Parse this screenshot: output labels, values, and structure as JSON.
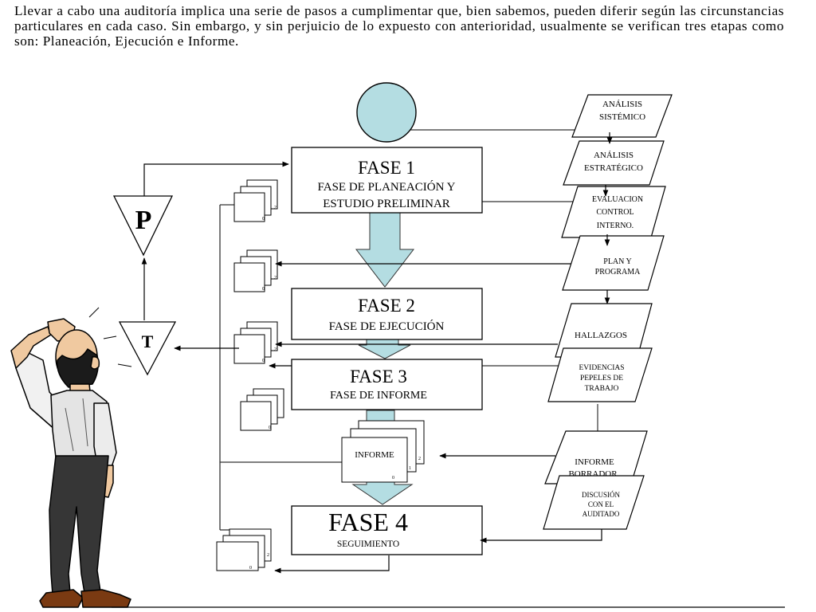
{
  "intro": {
    "paragraph": "Llevar a cabo una auditoría implica una serie de pasos a cumplimentar que, bien sabemos, pueden diferir según las circunstancias particulares en cada caso. Sin embargo, y sin perjuicio de lo expuesto con anterioridad, usualmente se verifican tres etapas  como son: Planeación, Ejecución e Informe."
  },
  "phases": [
    {
      "title": "FASE 1",
      "subtitle_line1": "FASE DE PLANEACIÓN Y",
      "subtitle_line2": "ESTUDIO PRELIMINAR"
    },
    {
      "title": "FASE 2",
      "subtitle": "FASE DE EJECUCIÓN"
    },
    {
      "title": "FASE 3",
      "subtitle": "FASE DE INFORME"
    },
    {
      "title": "FASE 4",
      "subtitle": "SEGUIMIENTO"
    }
  ],
  "steps": [
    {
      "line1": "ANÁLISIS",
      "line2": "SISTÉMICO"
    },
    {
      "line1": "ANÁLISIS",
      "line2": "ESTRATÉGICO"
    },
    {
      "line1": "EVALUACION",
      "line2": "CONTROL",
      "line3": "INTERNO."
    },
    {
      "line1": "PLAN Y",
      "line2": "PROGRAMA"
    },
    {
      "line1": "HALLAZGOS"
    },
    {
      "line1": "EVIDENCIAS",
      "line2": "PEPELES DE",
      "line3": "TRABAJO"
    },
    {
      "line1": "INFORME",
      "line2": "BORRADOR"
    },
    {
      "line1": "DISCUSIÓN",
      "line2": "CON EL",
      "line3": "AUDITADO"
    }
  ],
  "markers": {
    "p": "P",
    "t": "T"
  },
  "informe_doc": {
    "label": "INFORME"
  },
  "doc_numbers": {
    "zero": "0",
    "one": "1",
    "two": "2"
  },
  "colors": {
    "accent_fill": "#b4dde2",
    "ink": "#000000",
    "connector": "#333333"
  }
}
